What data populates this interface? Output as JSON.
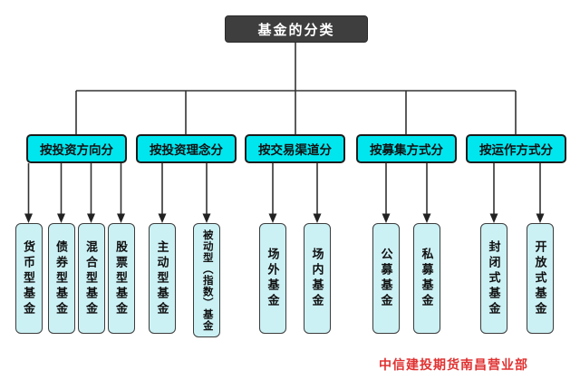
{
  "title": "基金的分类",
  "watermark": "中信建投期货南昌营业部",
  "colors": {
    "root_fill": "#3e3e3e",
    "root_text": "#ffffff",
    "category_fill": "#00e6ef",
    "leaf_fill": "#ccf1f5",
    "line": "#333333",
    "watermark_red": "#e03131"
  },
  "categories": [
    {
      "label": "按投资方向分",
      "children": [
        "货币型基金",
        "债券型基金",
        "混合型基金",
        "股票型基金"
      ]
    },
    {
      "label": "按投资理念分",
      "children": [
        "主动型基金",
        "被动型（指数）基金"
      ]
    },
    {
      "label": "按交易渠道分",
      "children": [
        "场外基金",
        "场内基金"
      ]
    },
    {
      "label": "按募集方式分",
      "children": [
        "公募基金",
        "私募基金"
      ]
    },
    {
      "label": "按运作方式分",
      "children": [
        "封闭式基金",
        "开放式基金"
      ]
    }
  ]
}
